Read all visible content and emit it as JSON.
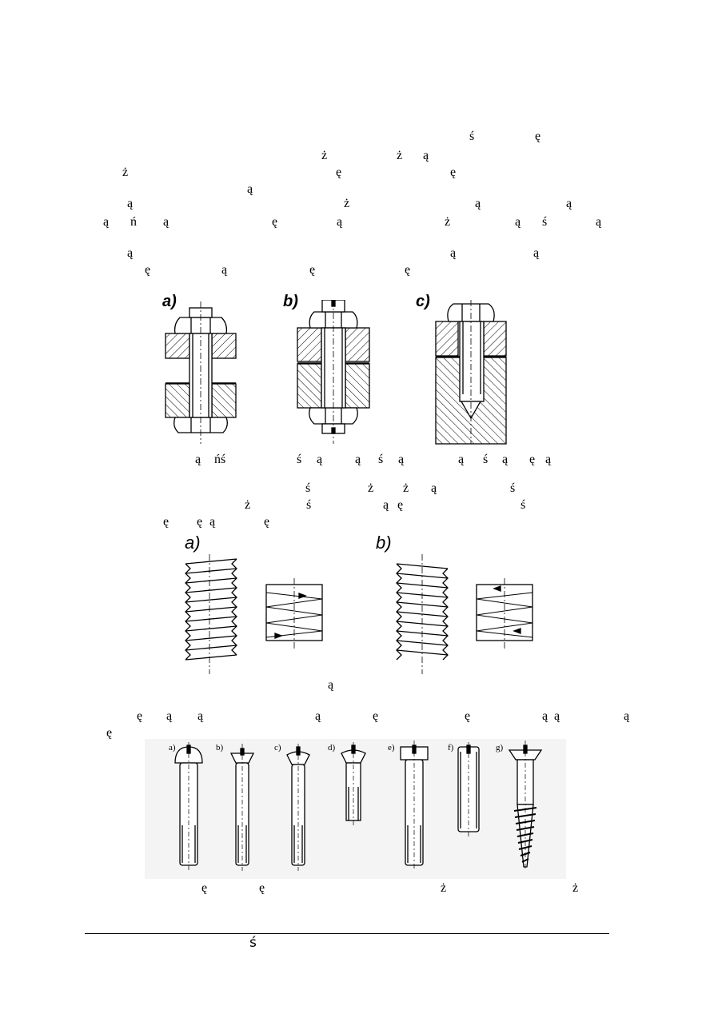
{
  "paragraph_1": {
    "line_1": [
      "ś",
      "ę"
    ],
    "line_2": [
      "ż",
      "ż",
      "ą"
    ],
    "line_3": [
      "ż",
      "ę",
      "ę"
    ],
    "line_4": [
      "ą"
    ],
    "line_5": [
      "ą",
      "ż",
      "ą",
      "ą"
    ],
    "line_6": [
      "ą",
      "ń",
      "ą",
      "ę",
      "ą",
      "ż",
      "ą",
      "ś",
      "ą"
    ],
    "line_7": [
      "ą",
      "ą",
      "ą"
    ],
    "line_8": [
      "ę",
      "ą",
      "ę",
      "ę"
    ]
  },
  "figure_connections": {
    "labels": [
      "a)",
      "b)",
      "c)"
    ],
    "caption": [
      "ą",
      "ńś",
      "ś",
      "ą",
      "ą",
      "ś",
      "ą",
      "ą",
      "ś",
      "ą",
      "ę",
      "ą"
    ]
  },
  "paragraph_2": {
    "line_1": [
      "ś",
      "ż",
      "ż",
      "ą",
      "ś"
    ],
    "line_2": [
      "ż",
      "ś",
      "ą",
      "ę",
      "ś"
    ],
    "line_3": [
      "ę",
      "ę",
      "ą",
      "ę"
    ]
  },
  "figure_threads": {
    "labels": [
      "a)",
      "b)"
    ],
    "caption": [
      "ą"
    ]
  },
  "paragraph_3": {
    "line_1": [
      "ę",
      "ą",
      "ą",
      "ą",
      "ę",
      "ę",
      "ą",
      "ą",
      "ą"
    ],
    "line_2": [
      "ę"
    ]
  },
  "figure_screws": {
    "labels": [
      "a)",
      "b)",
      "c)",
      "d)",
      "e)",
      "f)",
      "g)"
    ],
    "caption": [
      "ę",
      "ę",
      "ż",
      "ż"
    ]
  },
  "footer": {
    "text": "ś"
  }
}
